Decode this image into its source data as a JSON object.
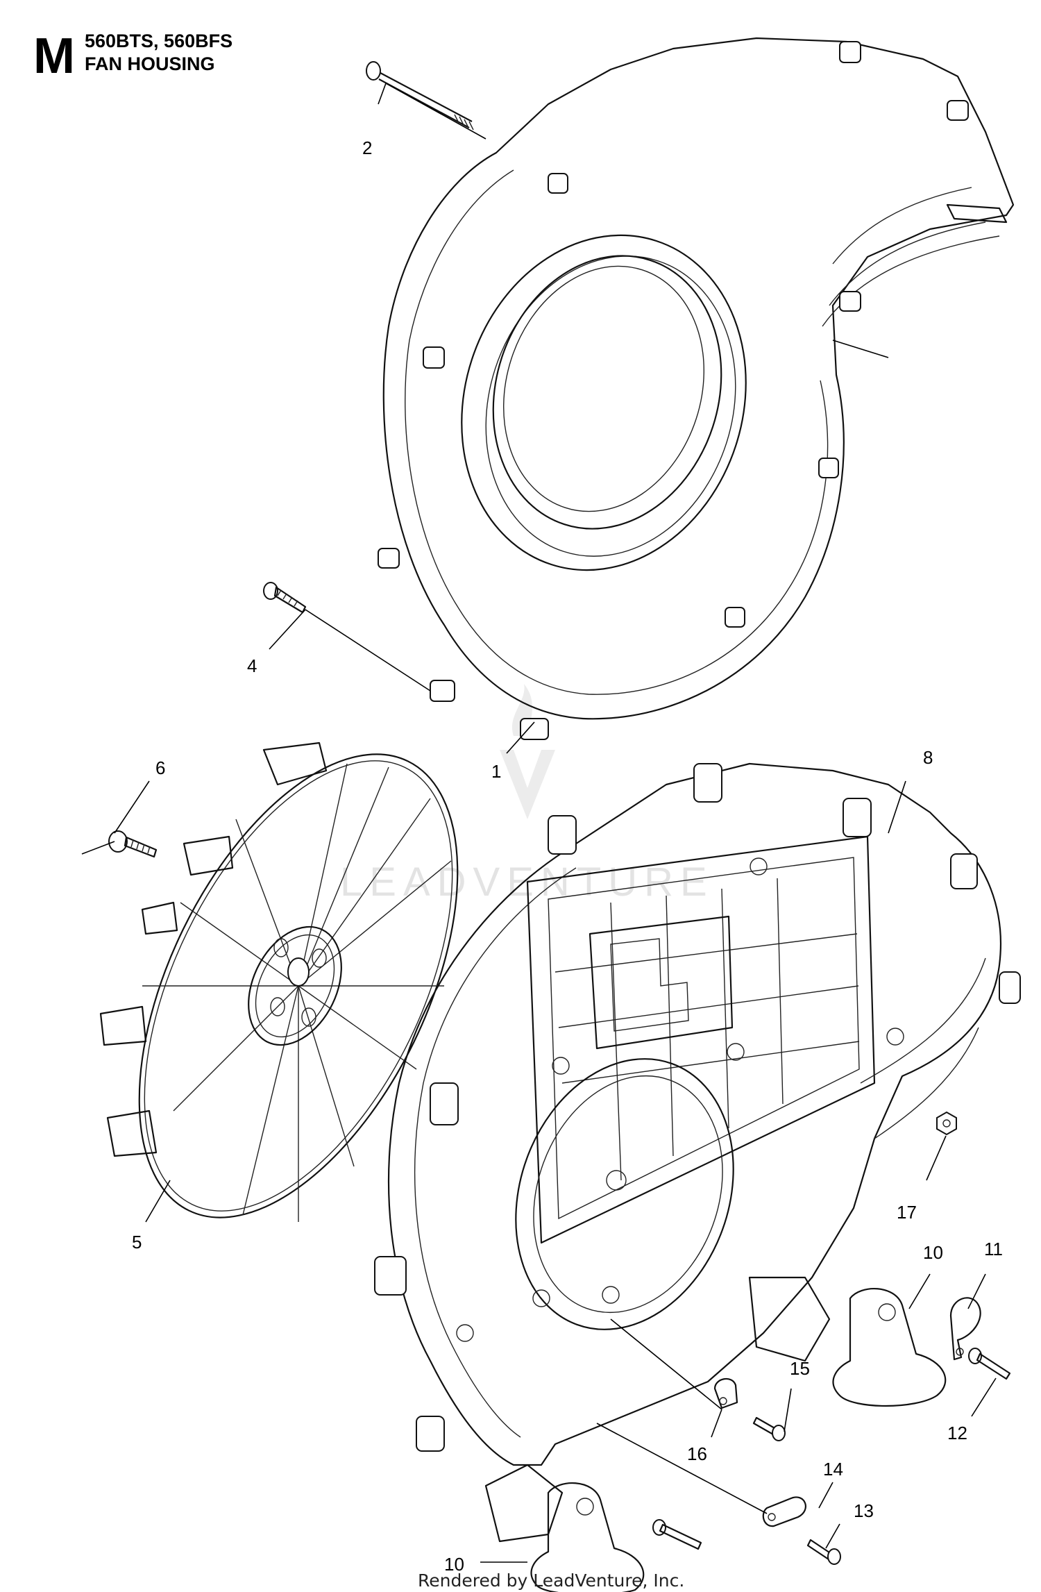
{
  "header": {
    "section_letter": "M",
    "models": "560BTS, 560BFS",
    "assembly": "FAN HOUSING"
  },
  "callouts": [
    "2",
    "4",
    "1",
    "6",
    "8",
    "5",
    "17",
    "10",
    "11",
    "15",
    "16",
    "12",
    "14",
    "13",
    "10"
  ],
  "watermark": "LEADVENTURE",
  "footer": "Rendered by LeadVenture, Inc."
}
